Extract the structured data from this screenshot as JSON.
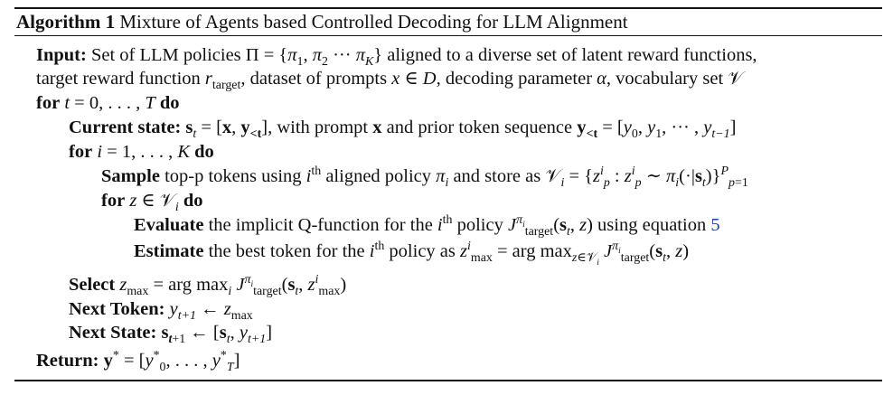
{
  "caption": {
    "label": "Algorithm 1",
    "title": "Mixture of Agents based Controlled Decoding for LLM Alignment"
  },
  "lines": [
    {
      "kw": "Input:",
      "text": "Set of LLM policies Π = {π₁, π₂ ··· π_K} aligned to a diverse set of latent reward functions,"
    },
    {
      "kw": "",
      "text": "target reward function r_target, dataset of prompts x ∈ D, decoding parameter α, vocabulary set 𝒱"
    },
    {
      "kw": "for",
      "text": "t = 0, . . . , T",
      "kw_end": "do"
    },
    {
      "kw": "Current state:",
      "text": "s_t = [x, y_<t], with prompt x and prior token sequence y_<t = [y₀, y₁, ··· , y_{t−1}]"
    },
    {
      "kw": "for",
      "text": "i = 1, . . . , K",
      "kw_end": "do"
    },
    {
      "kw": "Sample",
      "text": "top-p tokens using i^th aligned policy π_i and store as 𝒱_i = {z_p^i : z_p^i ∼ π_i(·|s_t)}_{p=1}^P"
    },
    {
      "kw": "for",
      "text": "z ∈ 𝒱_i",
      "kw_end": "do"
    },
    {
      "kw": "Evaluate",
      "text": "the implicit Q-function for the i^th policy J_target^{π_i}(s_t, z) using equation",
      "ref": "5"
    },
    {
      "kw": "Estimate",
      "text": "the best token for the i^th policy as z_max^i = arg max_{z∈𝒱_i} J_target^{π_i}(s_t, z)"
    },
    {
      "kw": "Select",
      "text": "z_max = arg max_i J_target^{π_i}(s_t, z_max^i)"
    },
    {
      "kw": "Next Token:",
      "text": "y_{t+1} ← z_max"
    },
    {
      "kw": "Next State:",
      "text": "s_{t+1} ← [s_t, y_{t+1}]"
    },
    {
      "kw": "Return:",
      "text": "y* = [y₀*, . . . , y_T*]"
    }
  ]
}
